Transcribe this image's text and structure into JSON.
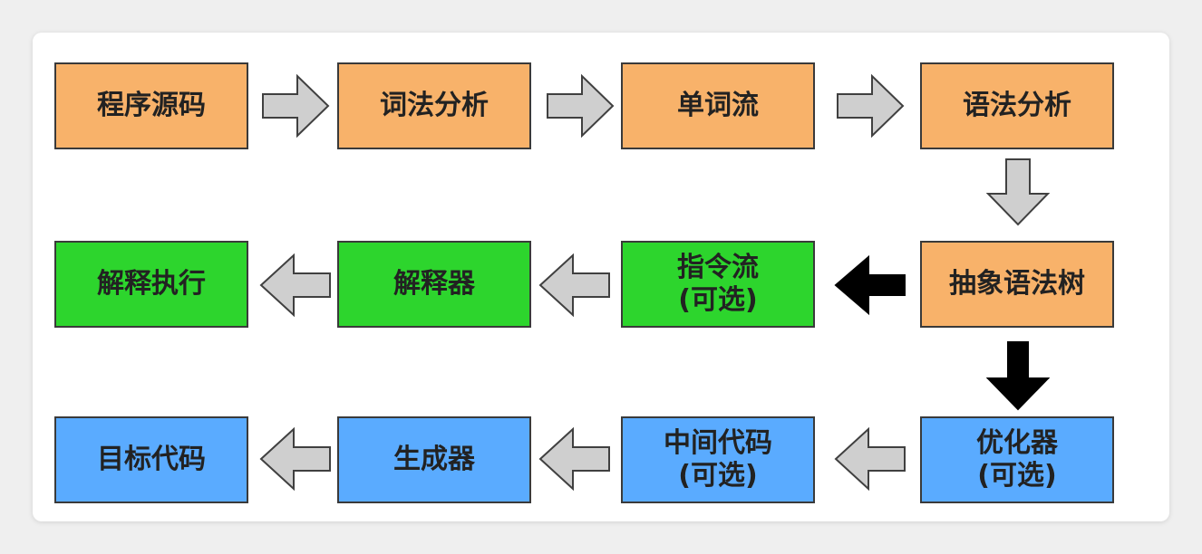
{
  "colors": {
    "orange": "#f8b26a",
    "green": "#2dd52d",
    "blue": "#5aabff",
    "arrow_gray": "#cfcfcf",
    "arrow_black": "#000000"
  },
  "row1": {
    "b1": "程序源码",
    "b2": "词法分析",
    "b3": "单词流",
    "b4": "语法分析"
  },
  "row2": {
    "b1": "解释执行",
    "b2": "解释器",
    "b3_line1": "指令流",
    "b3_line2": "(可选)",
    "b4": "抽象语法树"
  },
  "row3": {
    "b1": "目标代码",
    "b2": "生成器",
    "b3_line1": "中间代码",
    "b3_line2": "(可选)",
    "b4_line1": "优化器",
    "b4_line2": "(可选)"
  }
}
